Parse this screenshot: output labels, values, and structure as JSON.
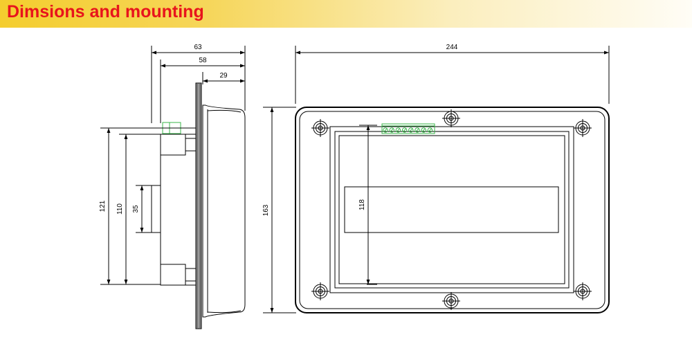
{
  "title": "Dimsions and mounting",
  "colors": {
    "title_text": "#e8141c",
    "title_bar": "#f4cd2e",
    "terminal": "#39b54a"
  },
  "side_view": {
    "dim_overall_depth": "63",
    "dim_body_depth": "58",
    "dim_front_depth": "29",
    "dim_outer_height": "121",
    "dim_body_height": "110",
    "dim_connector_height": "35"
  },
  "front_view": {
    "dim_width": "244",
    "dim_height": "163",
    "dim_inner_height": "118",
    "terminal_count": 8,
    "mounting_holes": 6
  }
}
